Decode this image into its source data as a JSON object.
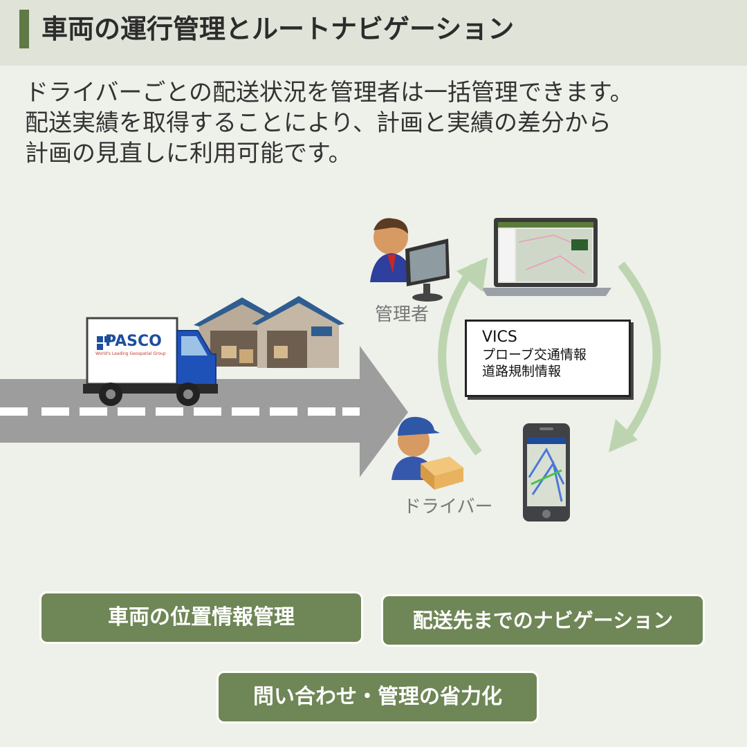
{
  "header": {
    "title": "車両の運行管理とルートナビゲーション"
  },
  "intro": {
    "lines": [
      "ドライバーごとの配送状況を管理者は一括管理できます。",
      "配送実績を取得することにより、計画と実績の差分から",
      "計画の見直しに利用可能です。"
    ]
  },
  "diagram": {
    "truck_brand": "PASCO",
    "truck_tagline": "World's Leading Geospatial Group",
    "manager_label": "管理者",
    "driver_label": "ドライバー",
    "vics": {
      "title": "VICS",
      "line1": "プローブ交通情報",
      "line2": "道路規制情報"
    }
  },
  "features": [
    {
      "label": "車両の位置情報管理"
    },
    {
      "label": "配送先までのナビゲーション"
    },
    {
      "label": "問い合わせ・管理の省力化"
    }
  ],
  "colors": {
    "accent": "#5f7a46",
    "button": "#6f8656",
    "background": "#eef0ea",
    "header_bg": "#dfe3d8"
  }
}
